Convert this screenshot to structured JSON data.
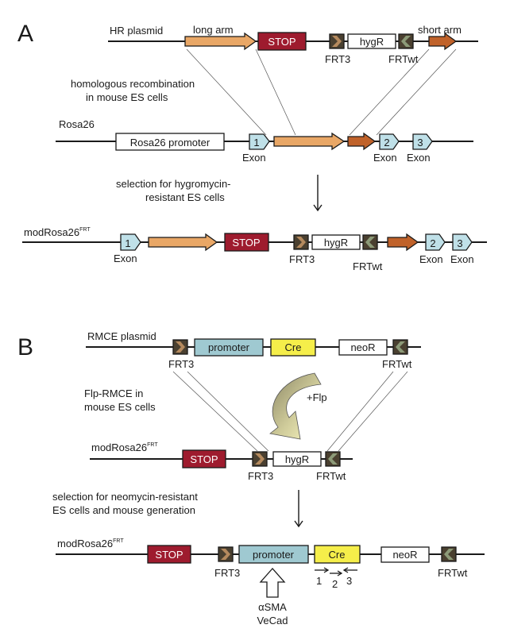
{
  "panel_a": {
    "letter": "A",
    "hr_plasmid": "HR plasmid",
    "long_arm": "long arm",
    "short_arm": "short arm",
    "stop": "STOP",
    "hygr": "hygR",
    "frt3": "FRT3",
    "frtwt": "FRTwt",
    "hr_note_line1": "homologous recombination",
    "hr_note_line2": "in mouse ES cells",
    "rosa26": "Rosa26",
    "rosa26_promoter": "Rosa26 promoter",
    "exon": "Exon",
    "exon_1": "1",
    "exon_2": "2",
    "exon_3": "3",
    "selection_line1": "selection for hygromycin-",
    "selection_line2": "resistant ES cells",
    "mod_rosa26": "modRosa26",
    "frt_superscript": "FRT"
  },
  "panel_b": {
    "letter": "B",
    "rmce_plasmid": "RMCE plasmid",
    "promoter": "promoter",
    "cre": "Cre",
    "neor": "neoR",
    "frt3": "FRT3",
    "frtwt": "FRTwt",
    "flp": "+Flp",
    "flp_note_line1": "Flp-RMCE in",
    "flp_note_line2": "mouse ES cells",
    "mod_rosa26": "modRosa26",
    "frt_superscript": "FRT",
    "stop": "STOP",
    "hygr": "hygR",
    "selection_line1": "selection for neomycin-resistant",
    "selection_line2": "ES cells and mouse generation",
    "primer_1": "1",
    "primer_2": "2",
    "primer_3": "3",
    "asma": "αSMA",
    "vecad": "VeCad"
  },
  "colors": {
    "stop_red": "#9e1b2e",
    "arm_orange": "#e9a766",
    "short_arm_brown": "#c0622a",
    "exon_blue": "#bfe0e8",
    "promoter_blue": "#9fc9d1",
    "cre_yellow": "#f5ee4a",
    "frt_dark": "#4a4030",
    "frt_light_brown": "#b58a5e",
    "frt_green": "#8c9a78"
  }
}
